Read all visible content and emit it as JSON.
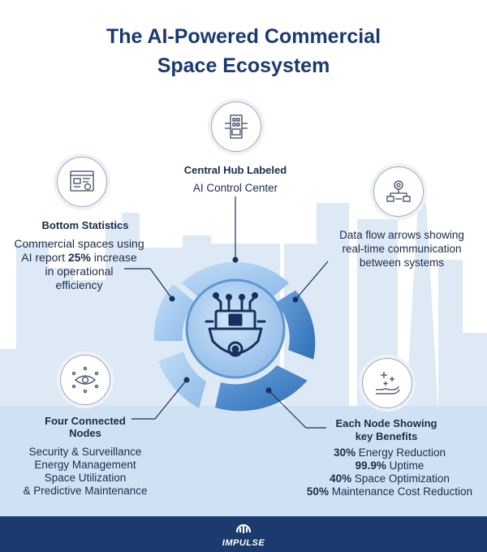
{
  "title": {
    "line1": "The AI-Powered Commercial",
    "line2": "Space Ecosystem"
  },
  "top_node": {
    "icon": "ai-building-icon",
    "heading": "Central Hub Labeled",
    "text": "AI Control Center"
  },
  "left_top_node": {
    "icon": "dashboard-icon",
    "heading": "Bottom Statistics",
    "line1": "Commercial spaces using",
    "line2_pre": "AI report ",
    "line2_bold": "25%",
    "line2_post": " increase",
    "line3": "in operational",
    "line4": "efficiency"
  },
  "right_top_node": {
    "icon": "gear-network-icon",
    "line1": "Data flow arrows showing",
    "line2": "real-time communication",
    "line3": "between systems"
  },
  "left_bottom_node": {
    "icon": "eye-network-icon",
    "heading1": "Four Connected",
    "heading2": "Nodes",
    "items": [
      "Security & Surveillance",
      "Energy Management",
      "Space Utilization",
      "& Predictive Maintenance"
    ]
  },
  "right_bottom_node": {
    "icon": "hand-plus-icon",
    "heading1": "Each Node Showing",
    "heading2": "key Benefits",
    "benefits": [
      {
        "value": "30%",
        "label": " Energy Reduction"
      },
      {
        "value": "99.9%",
        "label": " Uptime"
      },
      {
        "value": "40%",
        "label": " Space Optimization"
      },
      {
        "value": "50%",
        "label": " Maintenance Cost Reduction"
      }
    ]
  },
  "hub": {
    "icon": "ai-surveillance-camera-icon"
  },
  "footer": {
    "logo_text": "IMPULSE"
  },
  "colors": {
    "title": "#1b3a70",
    "footer": "#1b3a6d",
    "ring_light": "#a9cdf2",
    "ring_dark": "#3f7fc6",
    "city": "#dbe8f5"
  }
}
